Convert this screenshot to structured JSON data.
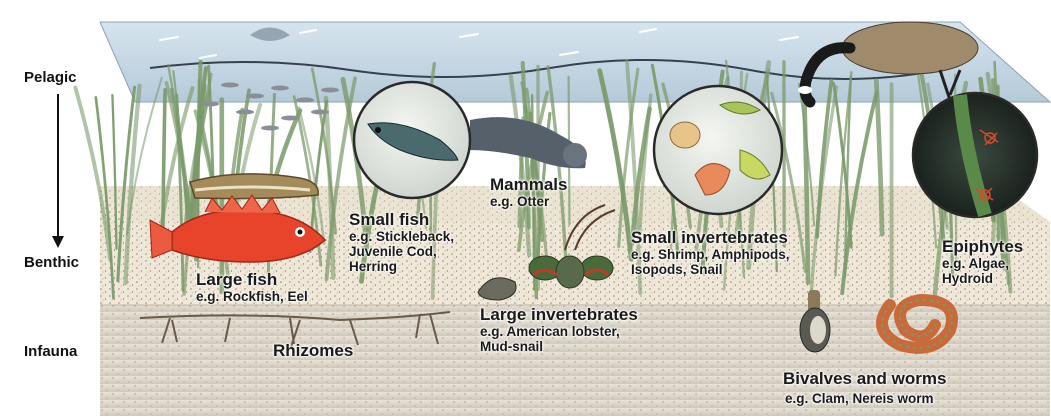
{
  "zones": {
    "pelagic": "Pelagic",
    "benthic": "Benthic",
    "infauna": "Infauna"
  },
  "groups": {
    "large_fish": {
      "title": "Large fish",
      "example": "e.g. Rockfish, Eel"
    },
    "small_fish": {
      "title": "Small fish",
      "example_line1": "e.g. Stickleback,",
      "example_line2": "Juvenile Cod,",
      "example_line3": "Herring"
    },
    "mammals": {
      "title": "Mammals",
      "example": "e.g. Otter"
    },
    "small_invertebrates": {
      "title": "Small invertebrates",
      "example_line1": "e.g. Shrimp, Amphipods,",
      "example_line2": "Isopods, Snail"
    },
    "epiphytes": {
      "title": "Epiphytes",
      "example_line1": "e.g. Algae,",
      "example_line2": "Hydroid"
    },
    "large_invertebrates": {
      "title": "Large invertebrates",
      "example_line1": "e.g. American lobster,",
      "example_line2": "Mud-snail"
    },
    "rhizomes": {
      "title": "Rhizomes"
    },
    "bivalves_worms": {
      "title": "Bivalves and worms",
      "example": "e.g. Clam, Nereis worm"
    }
  },
  "colors": {
    "water": "#c5d8e6",
    "sand": "#efe7d8",
    "sediment": "#e3dcd0",
    "seagrass": "#7a9a6a",
    "fish_red": "#e8442c",
    "worm": "#c96a3a"
  }
}
